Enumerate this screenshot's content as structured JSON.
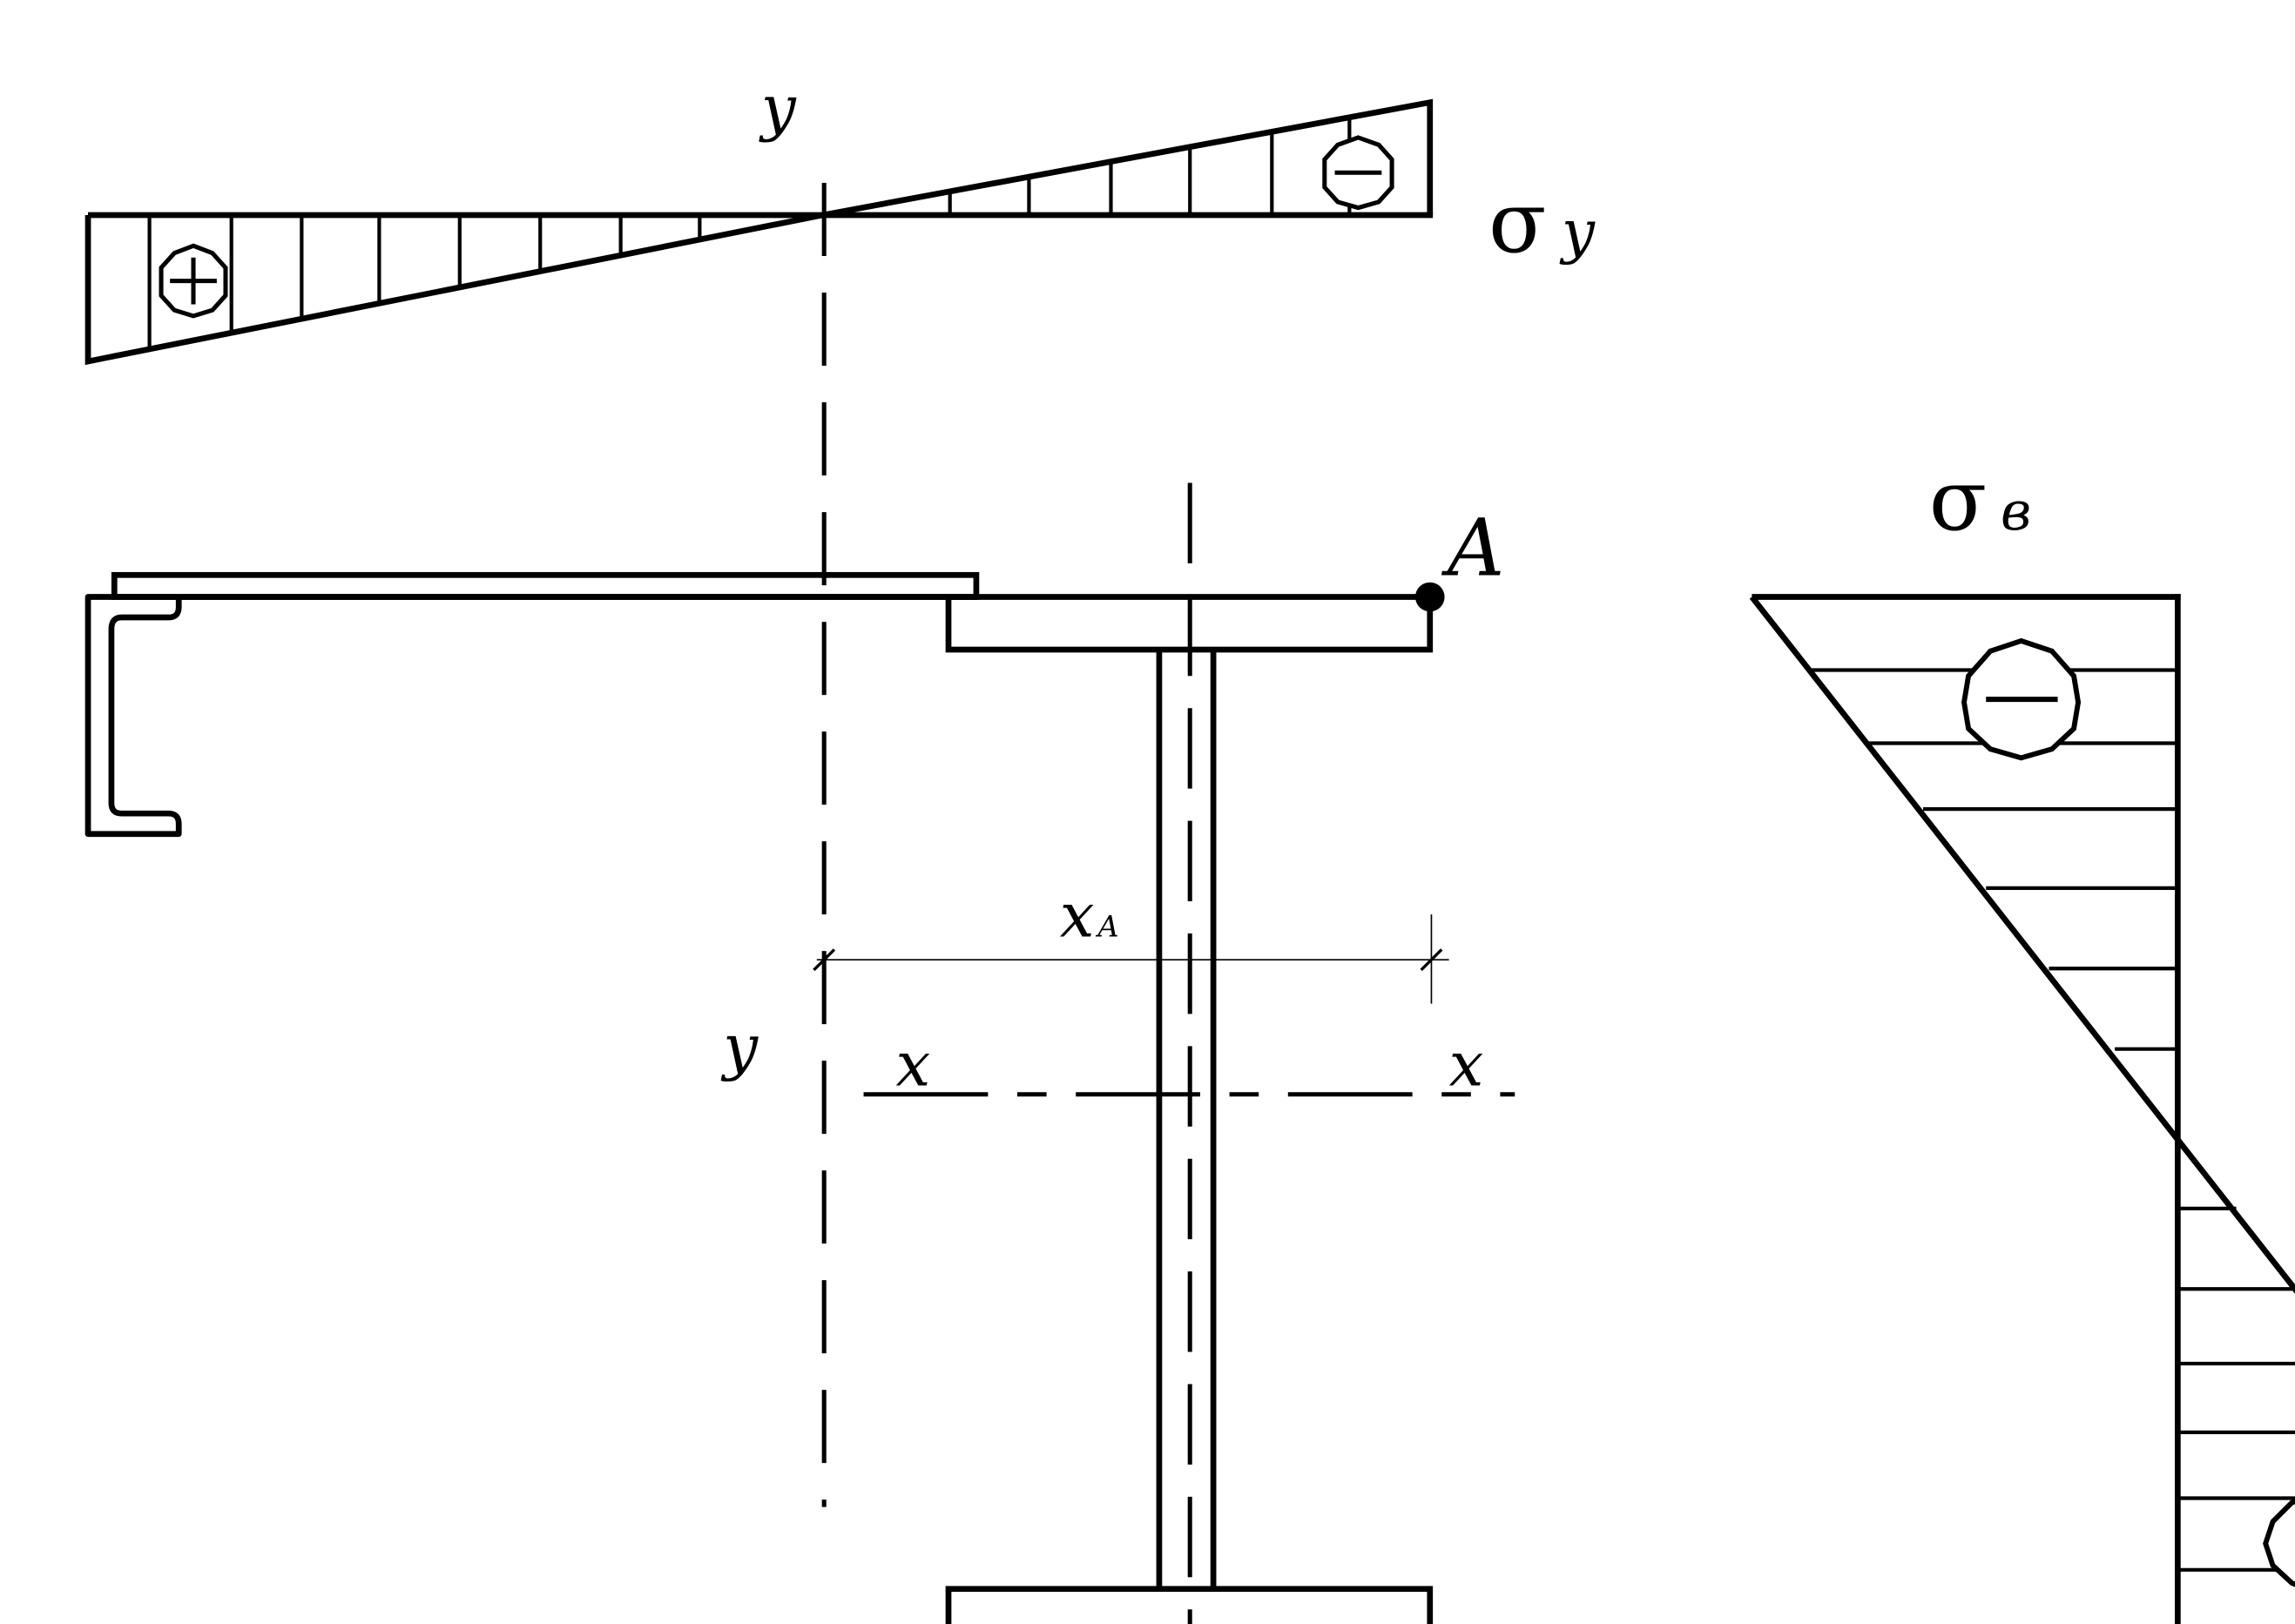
{
  "labels": {
    "y_top": "y",
    "y_mid": "y",
    "x_left": "x",
    "x_right": "x",
    "point": "A",
    "dim": "x",
    "dim_sub": "A",
    "sigma_y_symbol": "σ",
    "sigma_y_sub": "y",
    "sigma_b_symbol": "σ",
    "sigma_b_sub": "в"
  },
  "signs": {
    "plus": "+",
    "minus": "−"
  }
}
